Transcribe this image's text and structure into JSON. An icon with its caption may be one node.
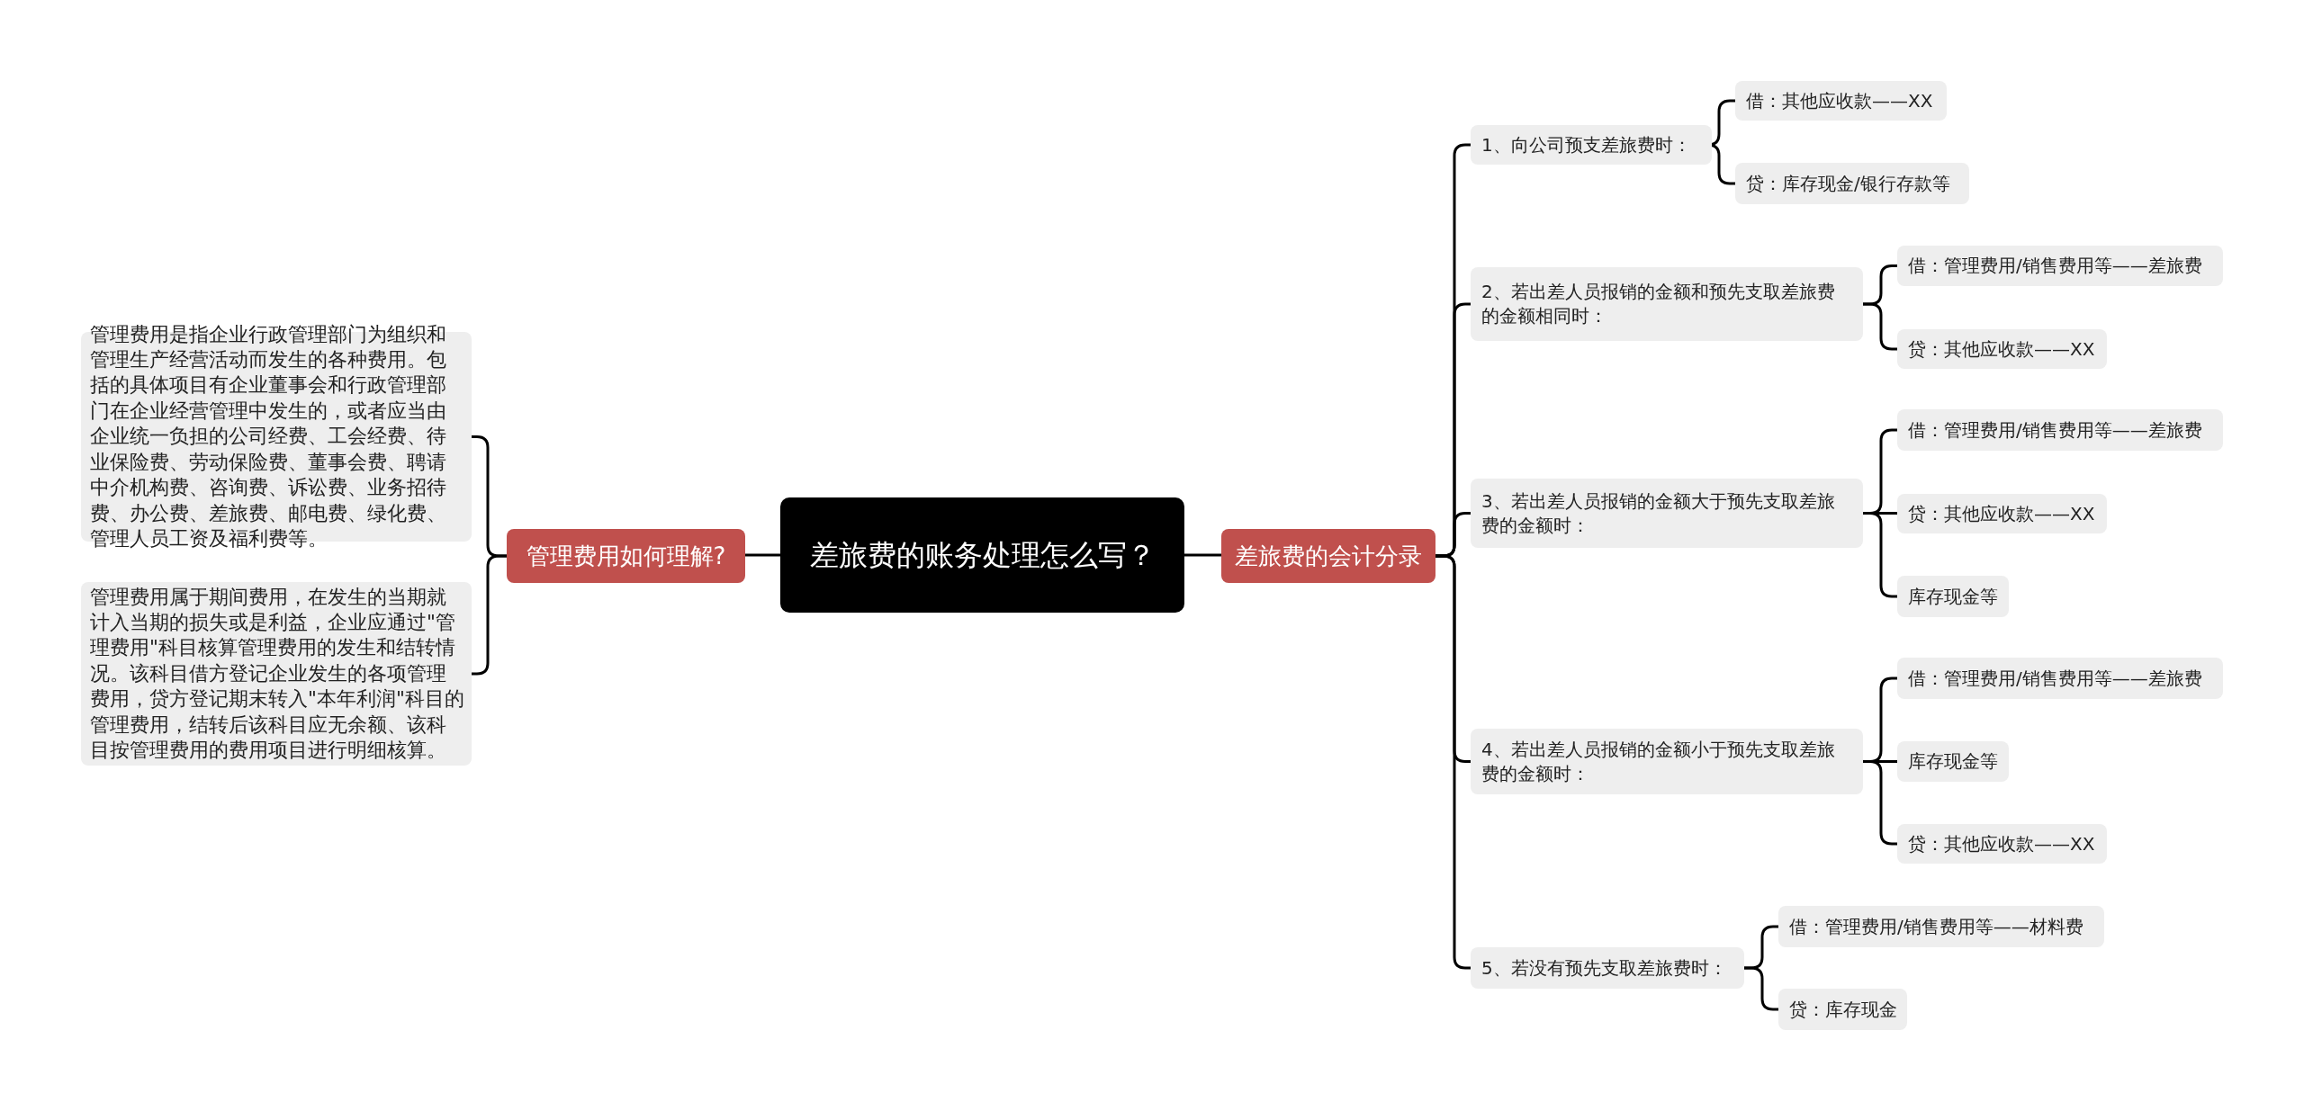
{
  "diagram": {
    "nodes": [
      {
        "text": [
          "差旅费的账务处理怎么写？"
        ]
      },
      {
        "text": [
          "管理费用如何理解?"
        ]
      },
      {
        "text": [
          "管理费用是指企业行政管理部门为组织和管理生产经营活动而发生的各种费用。包括的具体项目有企业董事会和行政管理部门在企业经营管理中发生的，或者应当由企业统一负担的公司经费、工会经费、待业保险费、劳动保险费、董事会费、聘请中介机构费、咨询费、诉讼费、业务招待费、办公费、差旅费、邮电费、绿化费、管理人员工资及福利费等。"
        ]
      },
      {
        "text": [
          "管理费用属于期间费用，在发生的当期就计入当期的损失或是利益，企业应通过\"管理费用\"科目核算管理费用的发生和结转情况。该科目借方登记企业发生的各项管理费用，贷方登记期末转入\"本年利润\"科目的管理费用，结转后该科目应无余额、该科目按管理费用的费用项目进行明细核算。"
        ]
      },
      {
        "text": [
          "差旅费的会计分录"
        ]
      },
      {
        "text": [
          "1、向公司预支差旅费时："
        ]
      },
      {
        "text": [
          "借：其他应收款——XX"
        ]
      },
      {
        "text": [
          "贷：库存现金/银行存款等"
        ]
      },
      {
        "text": [
          "2、若出差人员报销的金额和预先支取差旅费的金额相同时："
        ]
      },
      {
        "text": [
          "借：管理费用/销售费用等——差旅费"
        ]
      },
      {
        "text": [
          "贷：其他应收款——XX"
        ]
      },
      {
        "text": [
          "3、若出差人员报销的金额大于预先支取差旅费的金额时："
        ]
      },
      {
        "text": [
          "借：管理费用/销售费用等——差旅费"
        ]
      },
      {
        "text": [
          "贷：其他应收款——XX"
        ]
      },
      {
        "text": [
          "库存现金等"
        ]
      },
      {
        "text": [
          "4、若出差人员报销的金额小于预先支取差旅费的金额时："
        ]
      },
      {
        "text": [
          "借：管理费用/销售费用等——差旅费"
        ]
      },
      {
        "text": [
          "库存现金等"
        ]
      },
      {
        "text": [
          "贷：其他应收款——XX"
        ]
      },
      {
        "text": [
          "5、若没有预先支取差旅费时："
        ]
      },
      {
        "text": [
          "借：管理费用/销售费用等——材料费"
        ]
      },
      {
        "text": [
          "贷：库存现金"
        ]
      }
    ],
    "edges": [
      {
        "from": 0,
        "to": 1,
        "arrow": "none"
      },
      {
        "from": 1,
        "to": 2,
        "arrow": "none"
      },
      {
        "from": 1,
        "to": 3,
        "arrow": "none"
      },
      {
        "from": 0,
        "to": 4,
        "arrow": "none"
      },
      {
        "from": 4,
        "to": 5,
        "arrow": "none"
      },
      {
        "from": 5,
        "to": 6,
        "arrow": "none"
      },
      {
        "from": 5,
        "to": 7,
        "arrow": "none"
      },
      {
        "from": 4,
        "to": 8,
        "arrow": "none"
      },
      {
        "from": 8,
        "to": 9,
        "arrow": "none"
      },
      {
        "from": 8,
        "to": 10,
        "arrow": "none"
      },
      {
        "from": 4,
        "to": 11,
        "arrow": "none"
      },
      {
        "from": 11,
        "to": 12,
        "arrow": "none"
      },
      {
        "from": 11,
        "to": 13,
        "arrow": "none"
      },
      {
        "from": 11,
        "to": 14,
        "arrow": "none"
      },
      {
        "from": 4,
        "to": 15,
        "arrow": "none"
      },
      {
        "from": 15,
        "to": 16,
        "arrow": "none"
      },
      {
        "from": 15,
        "to": 17,
        "arrow": "none"
      },
      {
        "from": 15,
        "to": 18,
        "arrow": "none"
      },
      {
        "from": 4,
        "to": 19,
        "arrow": "none"
      },
      {
        "from": 19,
        "to": 20,
        "arrow": "none"
      },
      {
        "from": 19,
        "to": 21,
        "arrow": "none"
      }
    ]
  }
}
